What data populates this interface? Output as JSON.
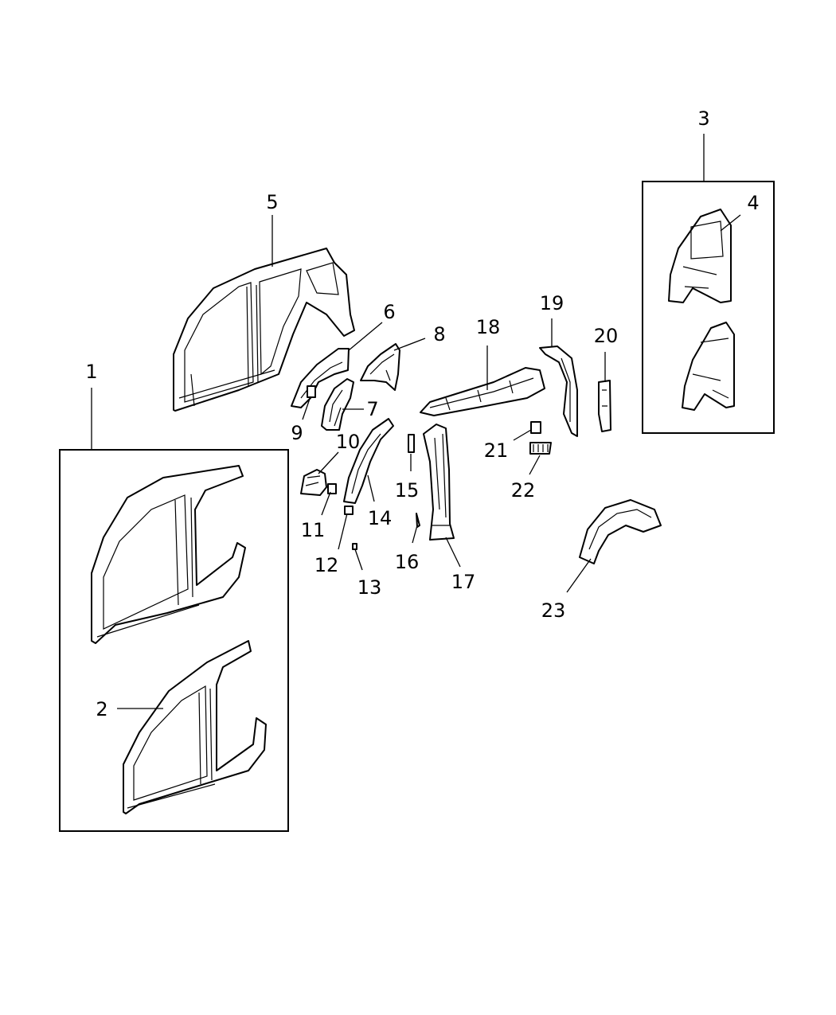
{
  "callouts": [
    {
      "id": "1",
      "label": "1"
    },
    {
      "id": "2",
      "label": "2"
    },
    {
      "id": "3",
      "label": "3"
    },
    {
      "id": "4",
      "label": "4"
    },
    {
      "id": "5",
      "label": "5"
    },
    {
      "id": "6",
      "label": "6"
    },
    {
      "id": "7",
      "label": "7"
    },
    {
      "id": "8",
      "label": "8"
    },
    {
      "id": "9",
      "label": "9"
    },
    {
      "id": "10",
      "label": "10"
    },
    {
      "id": "11",
      "label": "11"
    },
    {
      "id": "12",
      "label": "12"
    },
    {
      "id": "13",
      "label": "13"
    },
    {
      "id": "14",
      "label": "14"
    },
    {
      "id": "15",
      "label": "15"
    },
    {
      "id": "16",
      "label": "16"
    },
    {
      "id": "17",
      "label": "17"
    },
    {
      "id": "18",
      "label": "18"
    },
    {
      "id": "19",
      "label": "19"
    },
    {
      "id": "20",
      "label": "20"
    },
    {
      "id": "21",
      "label": "21"
    },
    {
      "id": "22",
      "label": "22"
    },
    {
      "id": "23",
      "label": "23"
    }
  ],
  "colors": {
    "line": "#000000",
    "background": "#ffffff"
  }
}
